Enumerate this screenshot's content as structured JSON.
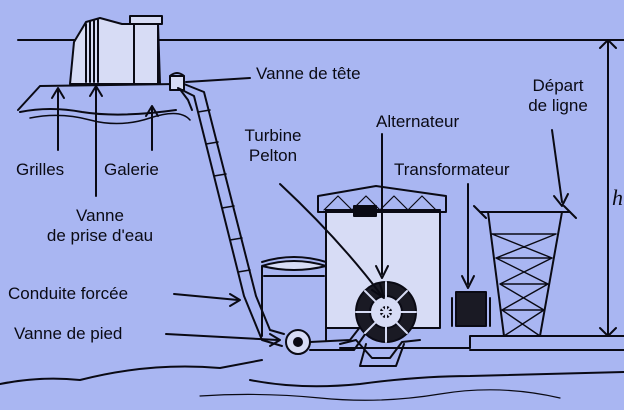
{
  "colors": {
    "background": "#a9b6f2",
    "ink": "#0a0a14",
    "fill_light": "#d7dcf5",
    "fill_dark": "#1a1a24"
  },
  "labels": {
    "vanne_tete": "Vanne de tête",
    "turbine_line1": "Turbine",
    "turbine_line2": "Pelton",
    "alternateur": "Alternateur",
    "depart_line1": "Départ",
    "depart_line2": "de ligne",
    "transformateur": "Transformateur",
    "grilles": "Grilles",
    "galerie": "Galerie",
    "vanne_prise_line1": "Vanne",
    "vanne_prise_line2": "de prise d'eau",
    "conduite_forcee": "Conduite forcée",
    "vanne_pied": "Vanne de pied",
    "height_symbol": "h"
  }
}
